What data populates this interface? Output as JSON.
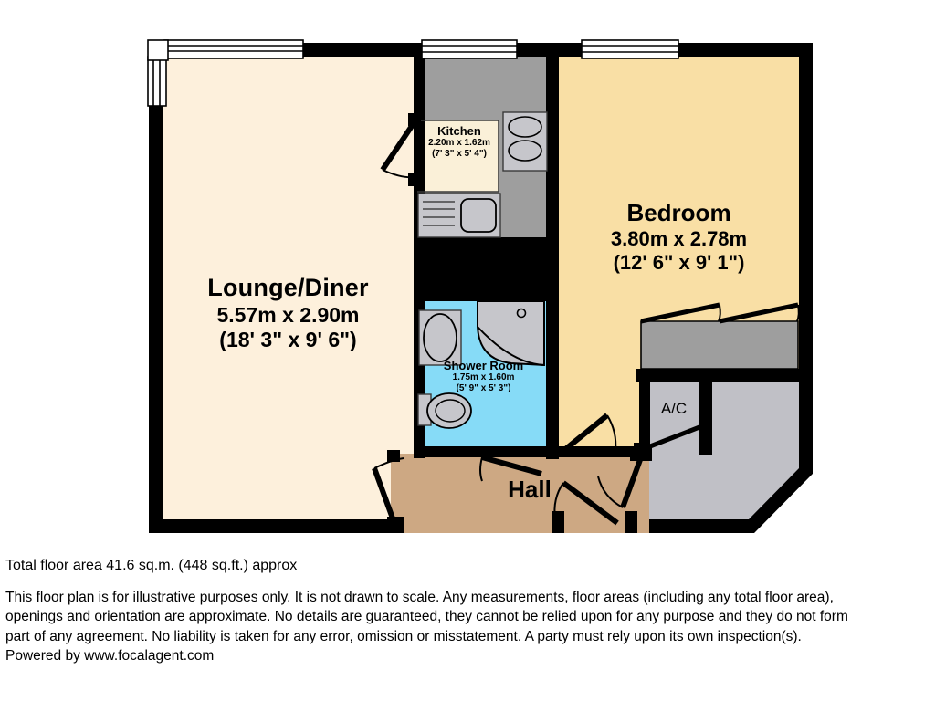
{
  "document": {
    "type": "floor-plan",
    "total_area_text": "Total floor area 41.6 sq.m. (448 sq.ft.) approx",
    "disclaimer_lines": [
      "This floor plan is for illustrative purposes only. It is not drawn to scale. Any measurements, floor areas (including any total floor area),",
      "openings and orientation are approximate. No details are guaranteed, they cannot be relied upon for any purpose and they do not form",
      "part of any agreement. No liability is taken for any error, omission or misstatement. A party must rely upon its own inspection(s).",
      "Powered by www.focalagent.com"
    ]
  },
  "colors": {
    "wall": "#000000",
    "lounge_fill": "#FDF0DC",
    "bedroom_fill": "#F9DFA5",
    "kitchen_fill": "#FAF0D8",
    "shower_fill": "#86DBF7",
    "hall_fill": "#CDA883",
    "fixture_grey": "#C6C6CB",
    "worktop_grey": "#9E9E9E",
    "cupboard_grey": "#C0C0C6",
    "window_white": "#FFFFFF",
    "page_background": "#FFFFFF",
    "text": "#000000"
  },
  "rooms": [
    {
      "id": "lounge-diner",
      "name": "Lounge/Diner",
      "metric": "5.57m x 2.90m",
      "imperial": "(18' 3\" x 9' 6\")",
      "fill": "#FDF0DC"
    },
    {
      "id": "bedroom",
      "name": "Bedroom",
      "metric": "3.80m x 2.78m",
      "imperial": "(12' 6\" x 9' 1\")",
      "fill": "#F9DFA5"
    },
    {
      "id": "kitchen",
      "name": "Kitchen",
      "metric": "2.20m x 1.62m",
      "imperial": "(7' 3\" x 5' 4\")",
      "fill": "#FAF0D8"
    },
    {
      "id": "shower-room",
      "name": "Shower Room",
      "metric": "1.75m x 1.60m",
      "imperial": "(5' 9\" x 5' 3\")",
      "fill": "#86DBF7"
    },
    {
      "id": "hall",
      "name": "Hall",
      "metric": "",
      "imperial": "",
      "fill": "#CDA883"
    },
    {
      "id": "airing-cupboard",
      "name": "A/C",
      "metric": "",
      "imperial": "",
      "fill": "#C0C0C6"
    }
  ],
  "fixtures": [
    {
      "id": "hob",
      "name": "hob",
      "room": "kitchen",
      "burners": 2
    },
    {
      "id": "sink",
      "name": "sink-with-drainer",
      "room": "kitchen",
      "drainer_grooves": 4
    },
    {
      "id": "worktop",
      "name": "kitchen-worktop",
      "room": "kitchen"
    },
    {
      "id": "shower-tray",
      "name": "quadrant-shower-tray",
      "room": "shower-room"
    },
    {
      "id": "basin",
      "name": "wash-basin",
      "room": "shower-room"
    },
    {
      "id": "wc",
      "name": "toilet",
      "room": "shower-room"
    },
    {
      "id": "wardrobe",
      "name": "built-in-wardrobe",
      "room": "bedroom",
      "doors": 2
    }
  ],
  "windows": [
    {
      "id": "window-lounge-top",
      "name": "window",
      "wall": "north",
      "room": "lounge-diner"
    },
    {
      "id": "window-lounge-left",
      "name": "window",
      "wall": "west",
      "room": "lounge-diner"
    },
    {
      "id": "window-kitchen-top",
      "name": "window",
      "wall": "north",
      "room": "kitchen"
    },
    {
      "id": "window-bedroom-top",
      "name": "window",
      "wall": "north",
      "room": "bedroom"
    }
  ],
  "doors": [
    {
      "id": "door-kitchen",
      "name": "door",
      "between": "kitchen-lounge"
    },
    {
      "id": "door-lounge-hall",
      "name": "door",
      "between": "lounge-hall"
    },
    {
      "id": "door-shower-hall",
      "name": "door",
      "between": "shower-room-hall"
    },
    {
      "id": "door-bedroom-hall",
      "name": "door",
      "between": "bedroom-hall"
    },
    {
      "id": "door-ac",
      "name": "door",
      "between": "airing-cupboard-hall"
    },
    {
      "id": "door-entrance",
      "name": "entrance-door",
      "between": "hall-exterior"
    },
    {
      "id": "door-hall-store",
      "name": "door",
      "between": "hall-store"
    }
  ]
}
